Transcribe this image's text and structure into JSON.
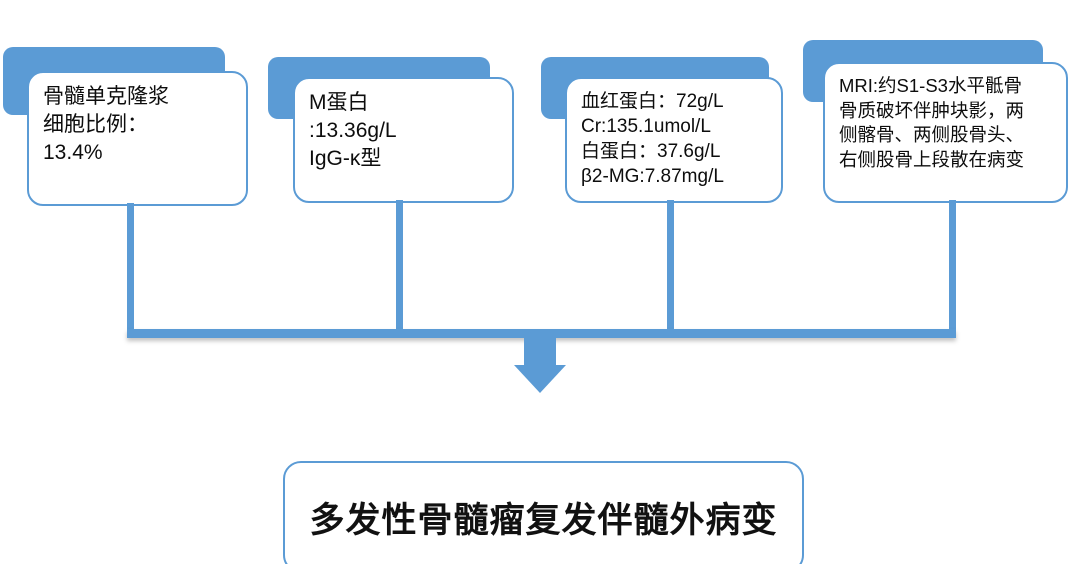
{
  "diagram": {
    "type": "flowchart",
    "accent_color": "#5B9BD5",
    "card_bg": "#FFFFFF",
    "text_color": "#0D0D0D",
    "findings": [
      {
        "id": "bone-marrow-plasma-cells",
        "text": "骨髓单克隆浆\n细胞比例：\n13.4%"
      },
      {
        "id": "m-protein",
        "text": "M蛋白\n:13.36g/L\nIgG-κ型"
      },
      {
        "id": "blood-chemistry",
        "text": "血红蛋白：72g/L\nCr:135.1umol/L\n白蛋白：37.6g/L\nβ2-MG:7.87mg/L"
      },
      {
        "id": "mri-findings",
        "text": "MRI:约S1-S3水平骶骨\n骨质破坏伴肿块影，两\n侧髂骨、两侧股骨头、\n右侧股骨上段散在病变"
      }
    ],
    "conclusion": {
      "id": "diagnosis",
      "text": "多发性骨髓瘤复发伴髓外病变"
    }
  }
}
